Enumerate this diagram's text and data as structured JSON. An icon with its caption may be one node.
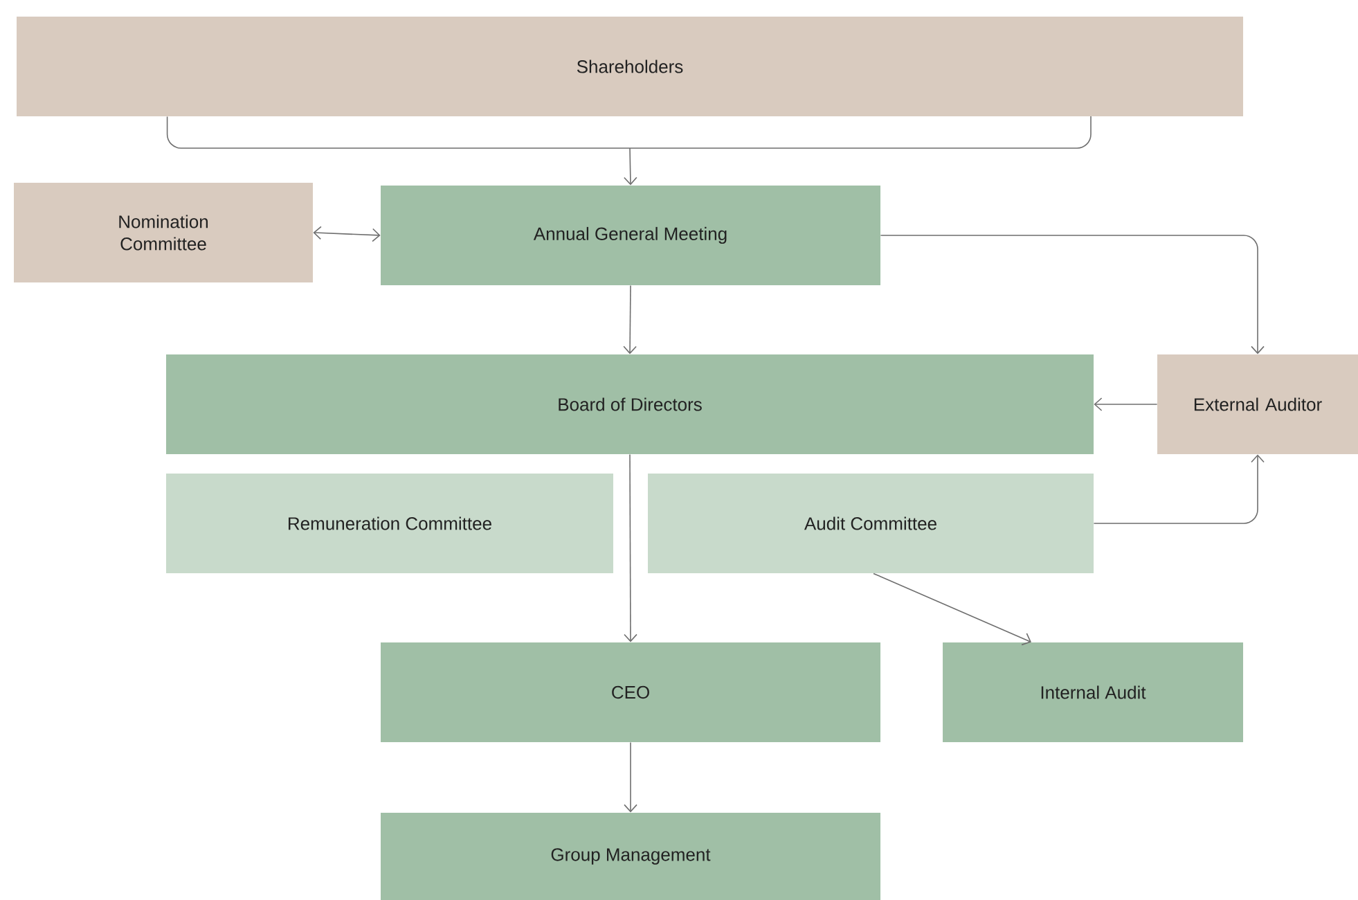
{
  "diagram": {
    "nodes": [
      {
        "text": [
          "Shareholders"
        ]
      },
      {
        "text": [
          "Nomination Committee"
        ]
      },
      {
        "text": [
          "Annual General Meeting"
        ]
      },
      {
        "text": [
          "Board of Directors"
        ]
      },
      {
        "text": [
          "External Auditor"
        ]
      },
      {
        "text": [
          "Remuneration Committee"
        ]
      },
      {
        "text": [
          "Audit Committee"
        ]
      },
      {
        "text": [
          "CEO"
        ]
      },
      {
        "text": [
          "Internal Audit"
        ]
      },
      {
        "text": [
          "Group Management"
        ]
      }
    ],
    "edges": [
      {
        "from": 0,
        "to": 2,
        "arrow": "to"
      },
      {
        "from": 1,
        "to": 2,
        "arrow": "both"
      },
      {
        "from": 2,
        "to": 4,
        "arrow": "to"
      },
      {
        "from": 4,
        "to": 3,
        "arrow": "to"
      },
      {
        "from": 2,
        "to": 3,
        "arrow": "to"
      },
      {
        "from": 3,
        "to": 7,
        "arrow": "to"
      },
      {
        "from": 6,
        "to": 4,
        "arrow": "to"
      },
      {
        "from": 6,
        "to": 8,
        "arrow": "to"
      },
      {
        "from": 7,
        "to": 9,
        "arrow": "to"
      }
    ]
  }
}
